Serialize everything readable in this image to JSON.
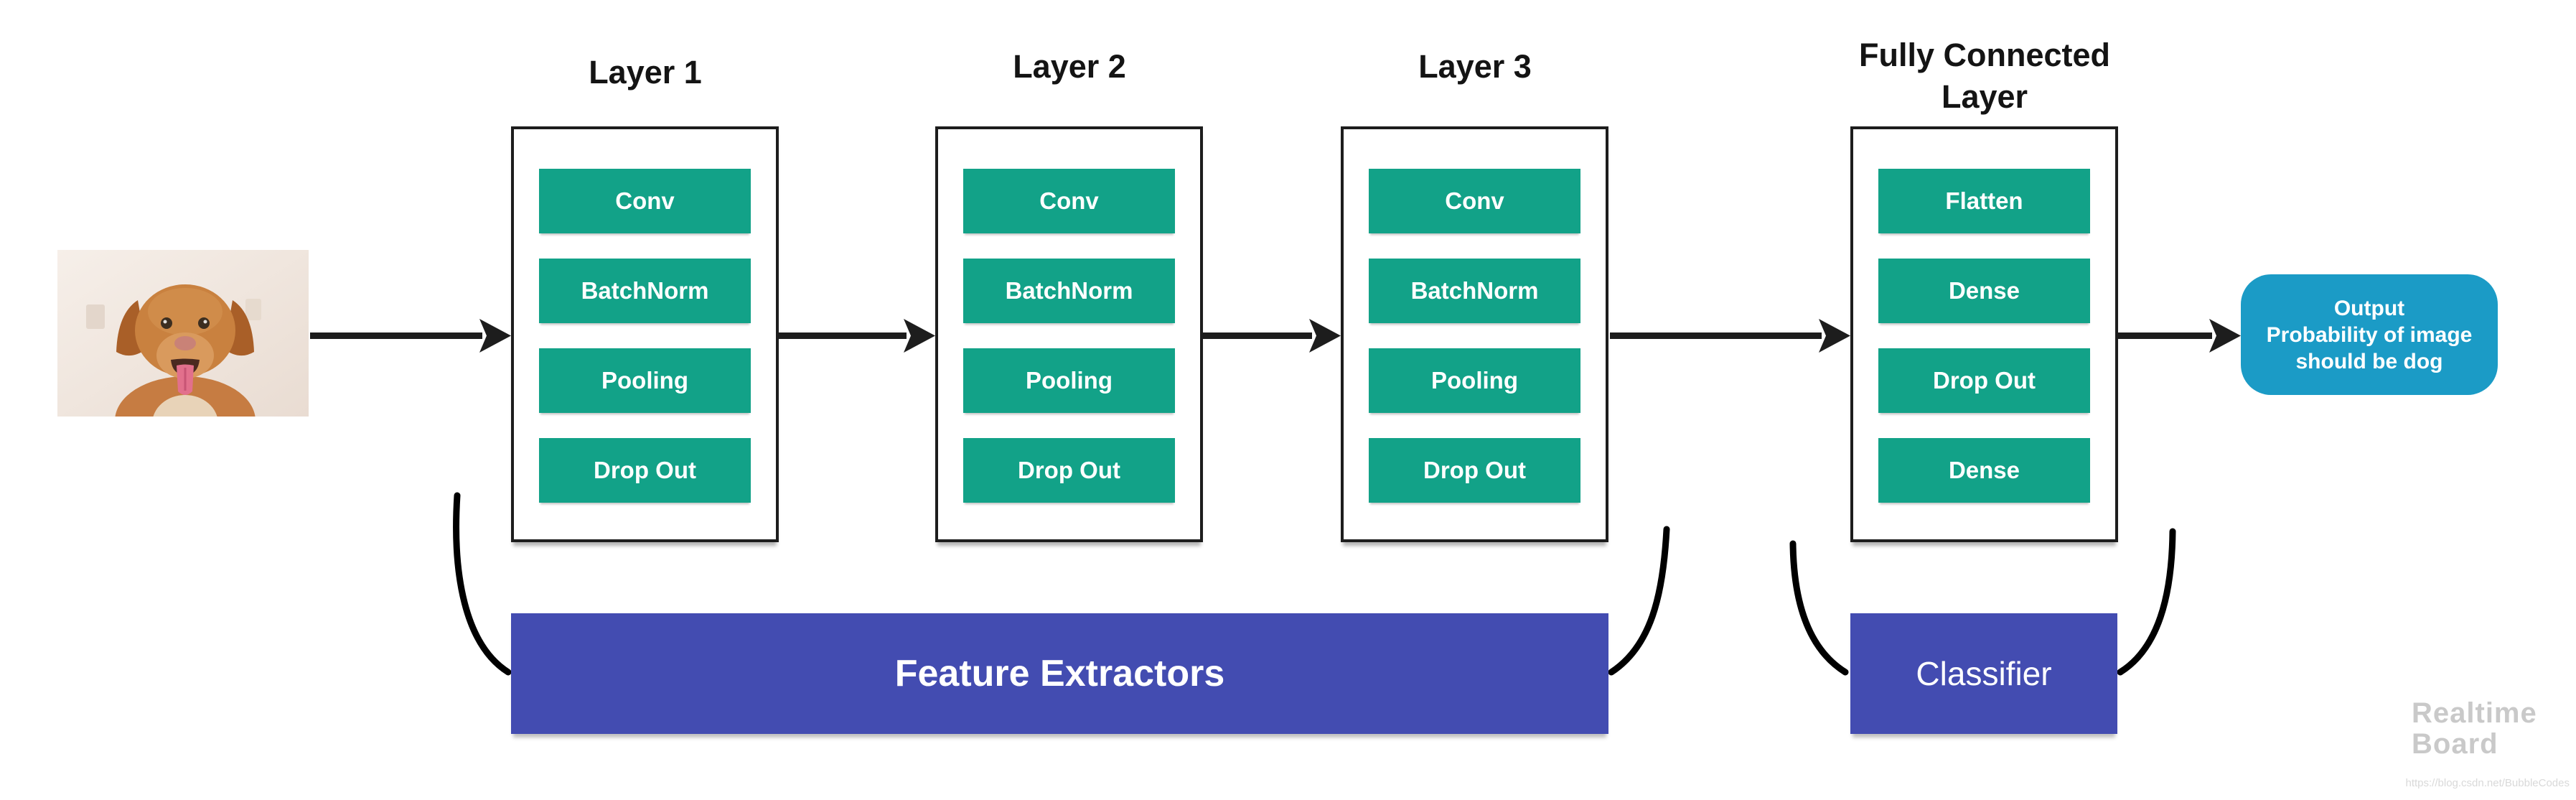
{
  "diagram": {
    "input_image_alt": "Photo of a dog (input image)",
    "columns": [
      {
        "title": "Layer 1",
        "buttons": [
          "Conv",
          "BatchNorm",
          "Pooling",
          "Drop Out"
        ]
      },
      {
        "title": "Layer 2",
        "buttons": [
          "Conv",
          "BatchNorm",
          "Pooling",
          "Drop Out"
        ]
      },
      {
        "title": "Layer 3",
        "buttons": [
          "Conv",
          "BatchNorm",
          "Pooling",
          "Drop Out"
        ]
      },
      {
        "title": "Fully Connected Layer",
        "buttons": [
          "Flatten",
          "Dense",
          "Drop Out",
          "Dense"
        ]
      }
    ],
    "groups": {
      "feature_extractors": "Feature Extractors",
      "classifier": "Classifier"
    },
    "output": {
      "lines": [
        "Output",
        "Probability of image",
        "should be dog"
      ]
    }
  },
  "watermark": {
    "brand_line1": "Realtime",
    "brand_line2": "Board",
    "url": "https://blog.csdn.net/BubbleCodes"
  },
  "colors": {
    "pill_green": "#12a288",
    "group_purple": "#434cb1",
    "output_blue": "#1b9bc6",
    "connector_black": "#1d1d1d",
    "watermark_gray": "#c9c9c9"
  }
}
